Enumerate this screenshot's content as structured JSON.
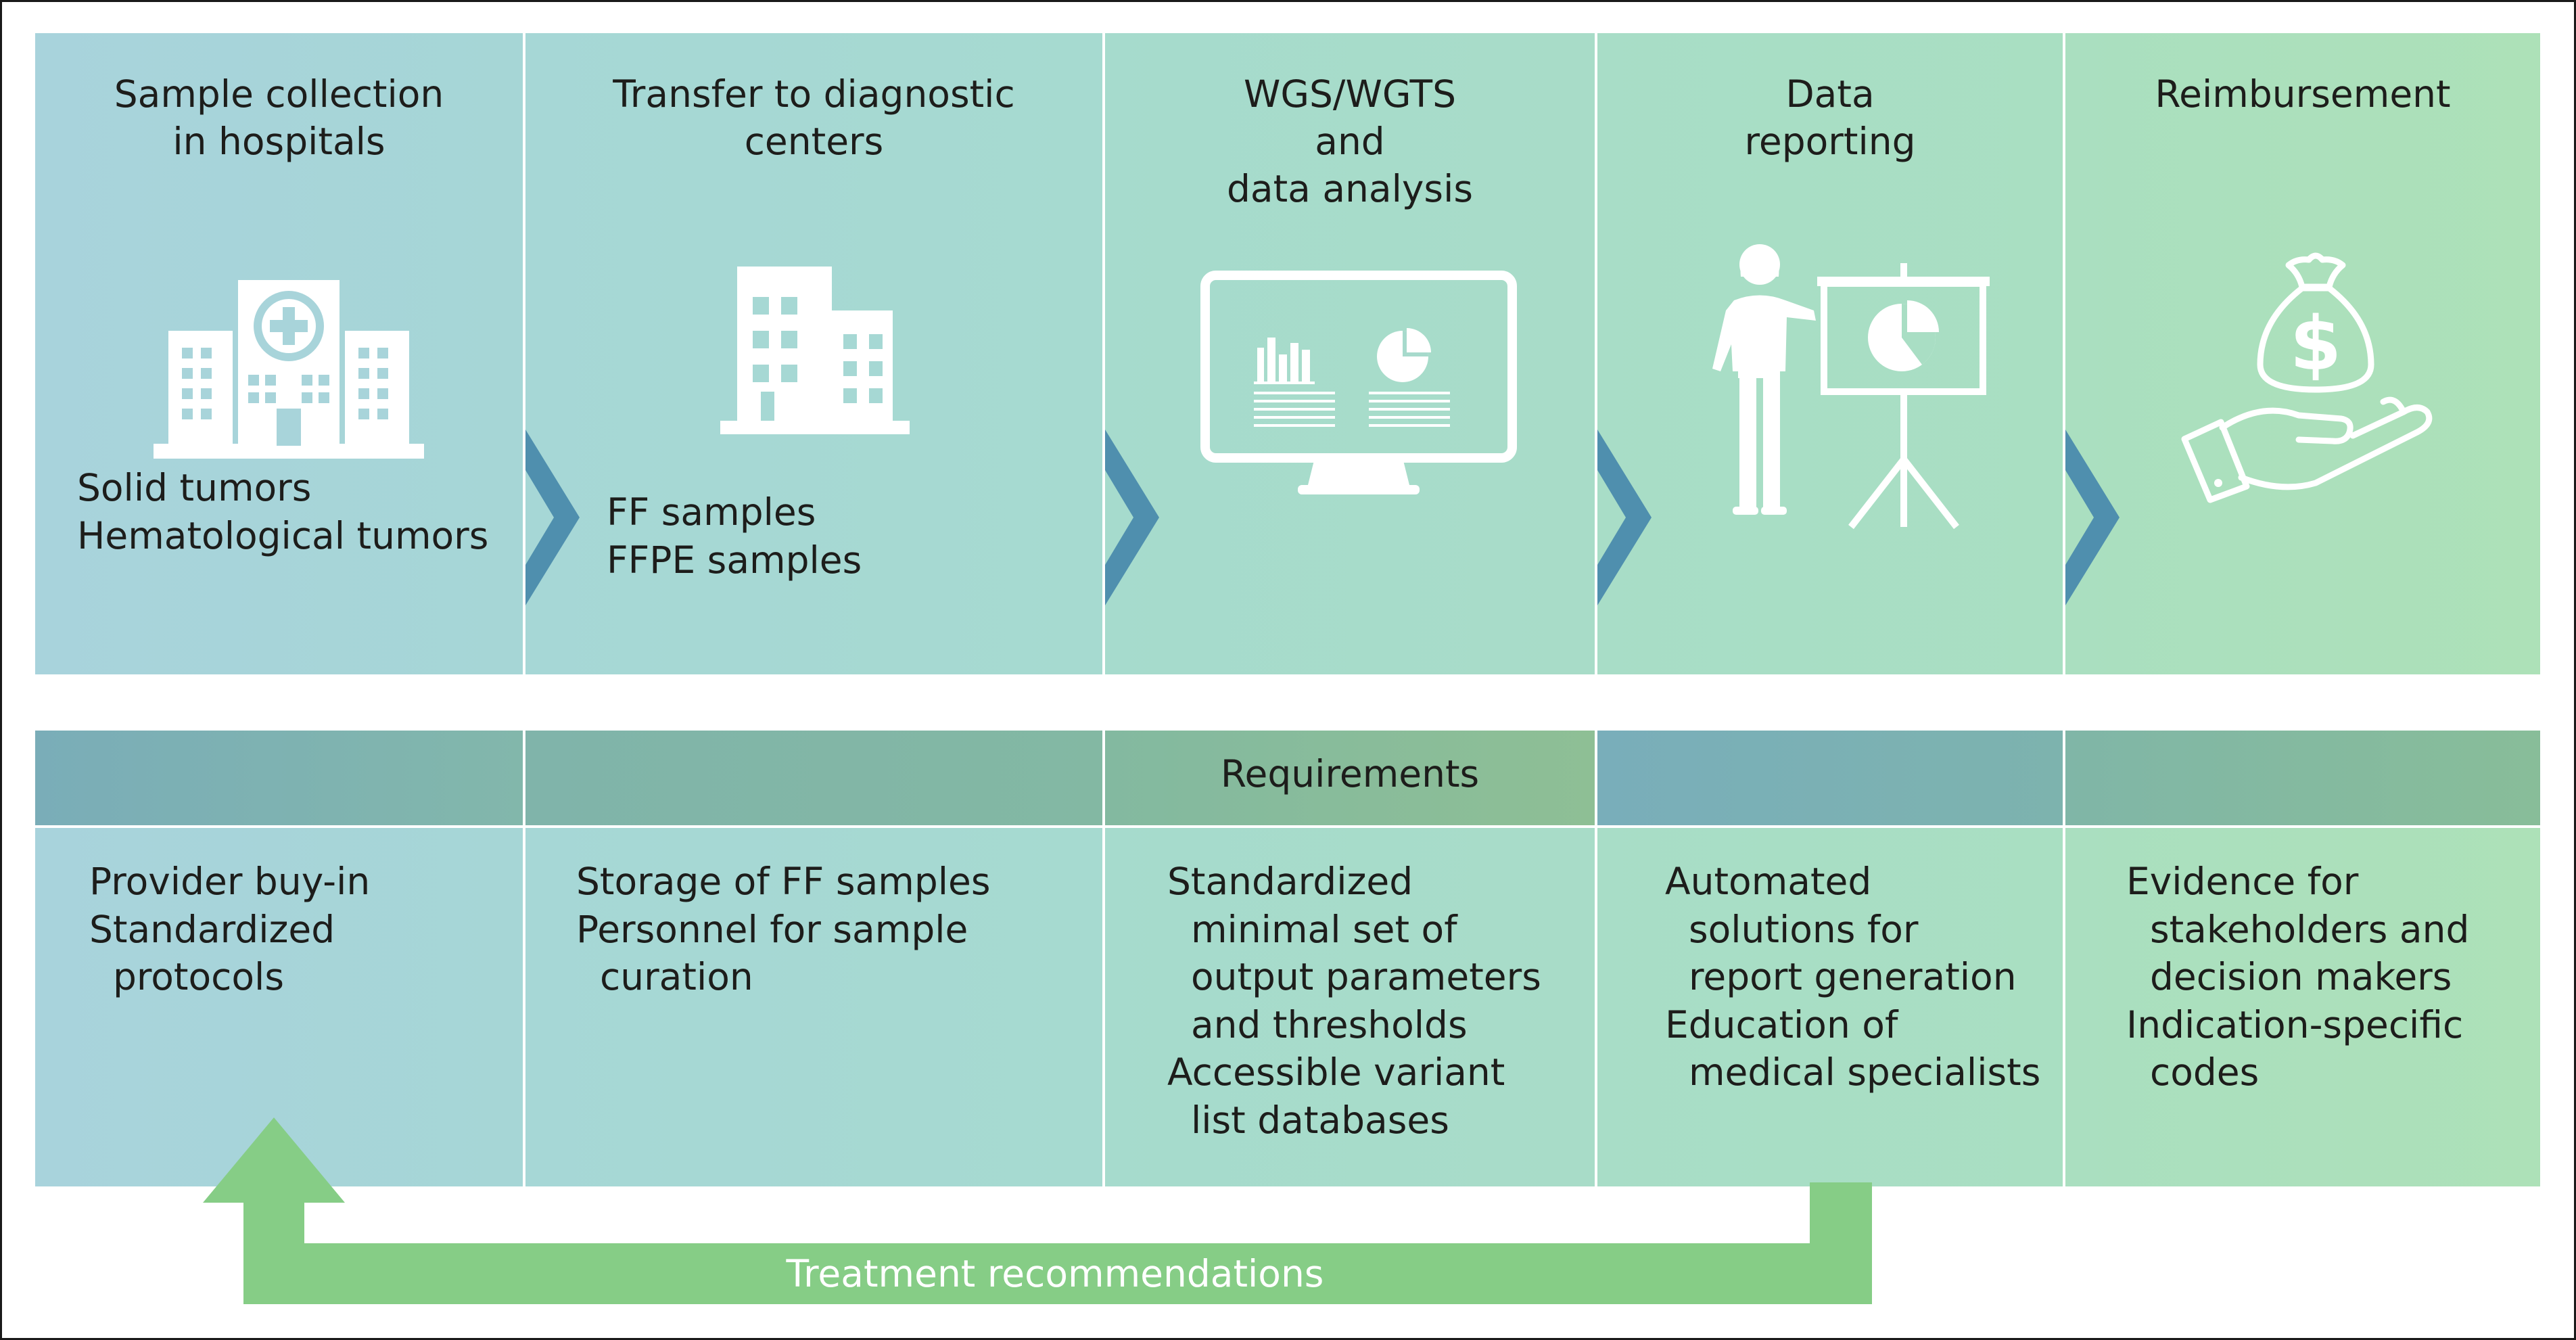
{
  "stages": [
    {
      "title": "Sample collection\nin hospitals",
      "items": "Solid tumors\nHematological tumors",
      "icon": "hospital-icon"
    },
    {
      "title": "Transfer to diagnostic\ncenters",
      "items": "FF samples\nFFPE samples",
      "icon": "building-icon"
    },
    {
      "title": "WGS/WGTS\nand\ndata analysis",
      "items": "",
      "icon": "monitor-analytics-icon"
    },
    {
      "title": "Data\nreporting",
      "items": "",
      "icon": "presenter-icon"
    },
    {
      "title": "Reimbursement",
      "items": "",
      "icon": "money-bag-hand-icon"
    }
  ],
  "requirements": {
    "title": "Requirements",
    "columns": [
      "Provider buy-in\nStandardized\n  protocols",
      "Storage of FF samples\nPersonnel for sample\n  curation",
      "Standardized\n  minimal set of\n  output parameters\n  and thresholds\nAccessible variant\n  list databases",
      "Automated\n  solutions for\n  report generation\nEducation of\n  medical specialists",
      "Evidence for\n  stakeholders and\n  decision makers\nIndication-specific\n  codes"
    ]
  },
  "feedback": {
    "label": "Treatment recommendations"
  },
  "colors": {
    "arrow": "#4f8fae",
    "feedback_arrow": "#86cd86",
    "icon": "#ffffff",
    "frame": "#1a1a1a"
  }
}
